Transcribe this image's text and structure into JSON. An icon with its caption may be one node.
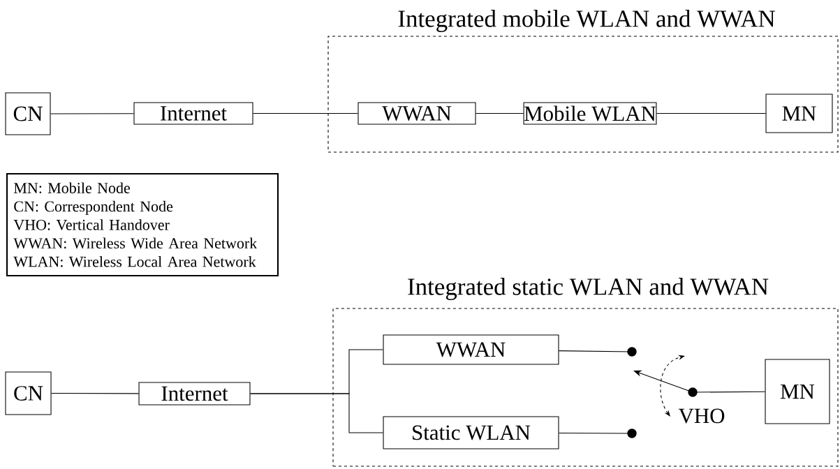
{
  "diagram": {
    "nodes": [
      {
        "text": [
          "Integrated mobile WLAN and WWAN"
        ]
      },
      {
        "text": [
          "CN"
        ]
      },
      {
        "text": [
          "Internet"
        ]
      },
      {
        "text": [
          "WWAN"
        ],
        "in": 0
      },
      {
        "text": [
          "Mobile WLAN"
        ],
        "in": 0
      },
      {
        "text": [
          "MN"
        ],
        "in": 0
      },
      {
        "text": [
          "MN: Mobile Node",
          "CN: Correspondent Node",
          "VHO: Vertical Handover",
          "WWAN: Wireless Wide Area Network",
          "WLAN: Wireless Local Area Network"
        ]
      },
      {
        "text": [
          "Integrated static WLAN and WWAN"
        ]
      },
      {
        "text": [
          "CN"
        ]
      },
      {
        "text": [
          "Internet"
        ]
      },
      {
        "text": [
          "WWAN"
        ],
        "in": 7
      },
      {
        "text": [
          "Static WLAN"
        ],
        "in": 7
      },
      {
        "text": [],
        "shape": "circle",
        "in": 7
      },
      {
        "text": [],
        "shape": "circle",
        "in": 7
      },
      {
        "text": [],
        "shape": "circle",
        "in": 7
      },
      {
        "text": [
          "MN"
        ],
        "in": 7
      }
    ],
    "edges": [
      {
        "from": 1,
        "to": 2,
        "arrow": "none"
      },
      {
        "from": 2,
        "to": 3,
        "arrow": "none"
      },
      {
        "from": 3,
        "to": 4,
        "arrow": "none"
      },
      {
        "from": 4,
        "to": 5,
        "arrow": "none"
      },
      {
        "from": 8,
        "to": 9,
        "arrow": "none"
      },
      {
        "from": 9,
        "to": 10,
        "arrow": "none"
      },
      {
        "from": 9,
        "to": 11,
        "arrow": "none"
      },
      {
        "from": 10,
        "to": 12,
        "arrow": "none"
      },
      {
        "from": 11,
        "to": 13,
        "arrow": "none"
      },
      {
        "from": 14,
        "to": 15,
        "arrow": "none"
      },
      {
        "from": 14,
        "to": null,
        "arrow": "to"
      }
    ],
    "labels": [
      "VHO"
    ]
  }
}
